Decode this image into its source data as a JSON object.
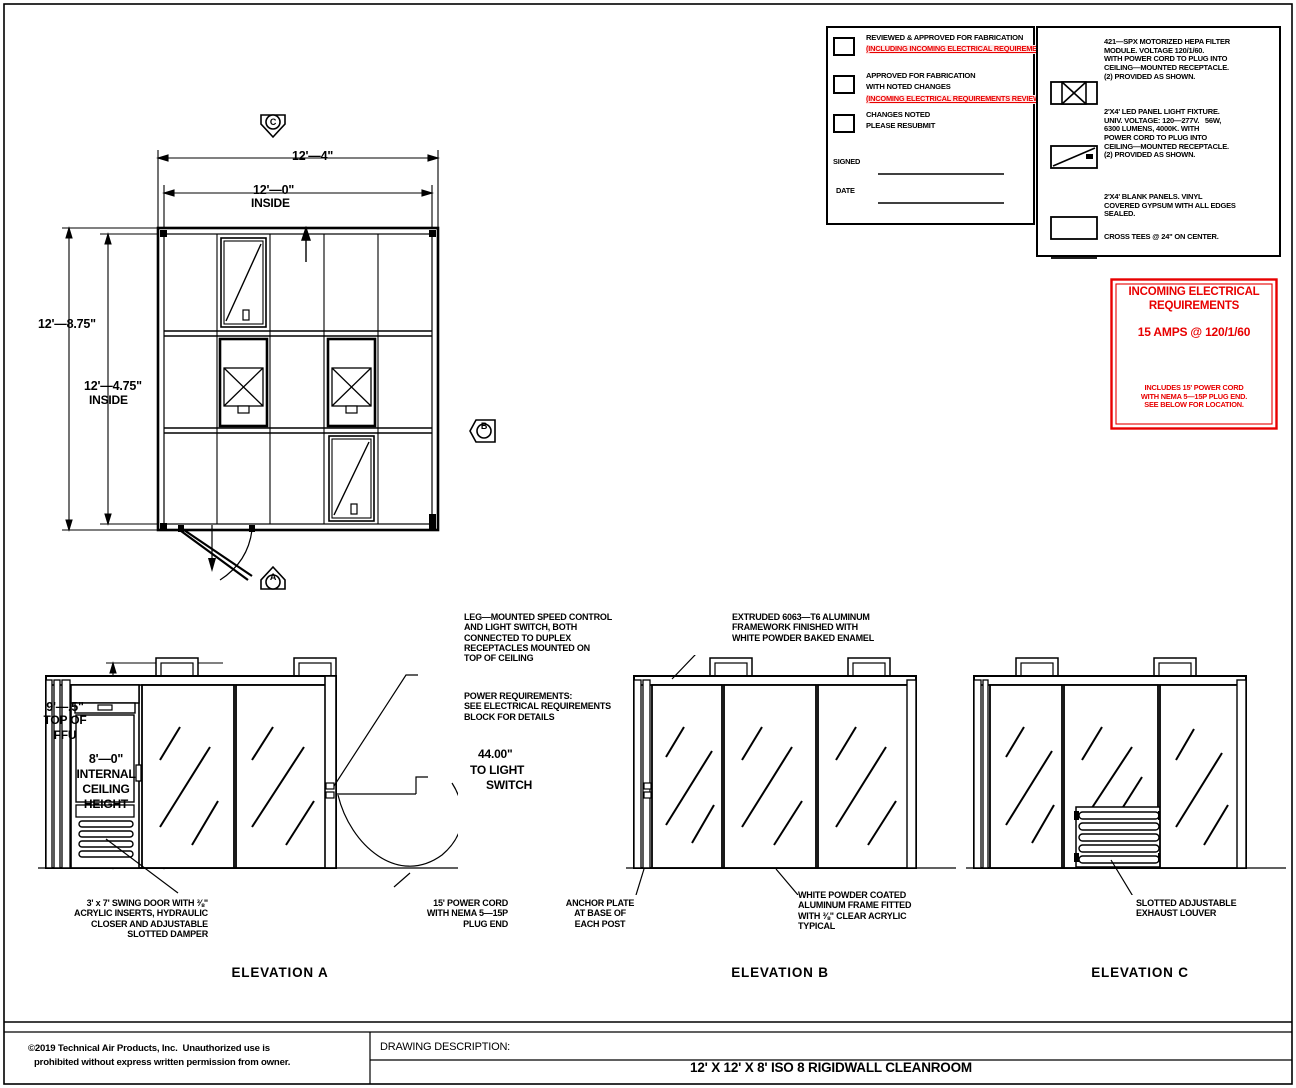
{
  "sheet": {
    "title": "12' X 12' X 8' ISO 8 RIGIDWALL CLEANROOM",
    "drawing_description_label": "DRAWING DESCRIPTION:",
    "copyright_line1": "©2019 Technical Air Products, Inc.  Unauthorized use is",
    "copyright_line2": "prohibited without express written permission from owner."
  },
  "approval_block": {
    "options": [
      {
        "id": "reviewed-approved",
        "line1": "REVIEWED & APPROVED FOR FABRICATION",
        "line2": "(INCLUDING INCOMING ELECTRICAL REQUIREMENTS)",
        "line2_red": true,
        "checked": false
      },
      {
        "id": "approved-noted",
        "line1": "APPROVED FOR FABRICATION",
        "line2": "WITH NOTED CHANGES",
        "line3": "(INCOMING ELECTRICAL REQUIREMENTS REVIEWED)",
        "line3_red": true,
        "checked": false
      },
      {
        "id": "changes-noted",
        "line1": "CHANGES NOTED",
        "line2": "PLEASE RESUBMIT",
        "checked": false
      }
    ],
    "signed_label": "SIGNED",
    "date_label": "DATE"
  },
  "legend": {
    "items": [
      {
        "icon": "hepa-filter-symbol",
        "lines": [
          "421—SPX MOTORIZED HEPA FILTER",
          "MODULE. VOLTAGE 120/1/60.",
          "WITH POWER CORD TO PLUG INTO",
          "CEILING—MOUNTED RECEPTACLE.",
          "(2) PROVIDED AS SHOWN."
        ]
      },
      {
        "icon": "led-light-symbol",
        "lines": [
          "2'X4' LED PANEL LIGHT FIXTURE.",
          "UNIV. VOLTAGE: 120—277V.   56W,",
          "6300 LUMENS, 4000K. WITH",
          "POWER CORD TO PLUG INTO",
          "CEILING—MOUNTED RECEPTACLE.",
          "(2) PROVIDED AS SHOWN."
        ]
      },
      {
        "icon": "blank-panel-symbol",
        "lines": [
          "2'X4' BLANK PANELS. VINYL",
          "COVERED GYPSUM WITH ALL EDGES",
          "SEALED."
        ]
      },
      {
        "icon": "cross-tee-symbol",
        "lines": [
          "CROSS TEES @ 24\" ON CENTER."
        ]
      }
    ]
  },
  "electrical_block": {
    "title_line1": "INCOMING ELECTRICAL",
    "title_line2": "REQUIREMENTS",
    "rating": "15 AMPS @ 120/1/60",
    "notes": [
      "INCLUDES 15' POWER CORD",
      "WITH NEMA 5—15P PLUG END.",
      "SEE BELOW FOR LOCATION."
    ],
    "accent_color": "#e80000"
  },
  "plan_view": {
    "dim_top_outside": "12'—4\"",
    "dim_top_inside_value": "12'—0\"",
    "dim_top_inside_label": "INSIDE",
    "dim_left_outside": "12'—8.75\"",
    "dim_left_inside_value": "12'—4.75\"",
    "dim_left_inside_label": "INSIDE",
    "markers": {
      "top": "C",
      "right": "B",
      "bottom": "A"
    },
    "grid_rows": 3,
    "grid_cols": 5,
    "fixtures": [
      {
        "type": "led-light-symbol",
        "row": 0,
        "col": 1
      },
      {
        "type": "hepa-filter-symbol",
        "row": 1,
        "col": 1
      },
      {
        "type": "hepa-filter-symbol",
        "row": 1,
        "col": 3
      },
      {
        "type": "led-light-symbol",
        "row": 2,
        "col": 3
      }
    ]
  },
  "elevations": {
    "a": {
      "label": "ELEVATION A",
      "dim_ffu_value": "9'—.5\"",
      "dim_ffu_label_1": "TOP OF",
      "dim_ffu_label_2": "FFU",
      "dim_ceiling_value": "8'—0\"",
      "dim_ceiling_label_1": "INTERNAL",
      "dim_ceiling_label_2": "CEILING",
      "dim_ceiling_label_3": "HEIGHT",
      "note_door": [
        "3' x 7' SWING DOOR WITH ⅜\"",
        "ACRYLIC INSERTS, HYDRAULIC",
        "CLOSER AND ADJUSTABLE",
        "SLOTTED DAMPER"
      ],
      "note_speed_control": [
        "LEG—MOUNTED SPEED CONTROL",
        "AND LIGHT SWITCH, BOTH",
        "CONNECTED TO DUPLEX",
        "RECEPTACLES MOUNTED ON",
        "TOP OF CEILING"
      ],
      "note_power": [
        "POWER REQUIREMENTS:",
        "SEE ELECTRICAL REQUIREMENTS",
        "BLOCK FOR DETAILS"
      ],
      "note_switch_dim": "44.00\"",
      "note_switch_line1": "TO LIGHT",
      "note_switch_line2": "SWITCH",
      "note_cord": [
        "15' POWER CORD",
        "WITH NEMA 5—15P",
        "PLUG END"
      ]
    },
    "b": {
      "label": "ELEVATION B",
      "note_frame": [
        "EXTRUDED 6063—T6 ALUMINUM",
        "FRAMEWORK FINISHED WITH",
        "WHITE POWDER BAKED ENAMEL"
      ],
      "note_anchor": [
        "ANCHOR PLATE",
        "AT BASE OF",
        "EACH POST"
      ],
      "note_acrylic": [
        "WHITE POWDER COATED",
        "ALUMINUM FRAME FITTED",
        "WITH ⅜\" CLEAR ACRYLIC",
        "TYPICAL"
      ]
    },
    "c": {
      "label": "ELEVATION C",
      "note_louver": [
        "SLOTTED ADJUSTABLE",
        "EXHAUST LOUVER"
      ]
    }
  }
}
